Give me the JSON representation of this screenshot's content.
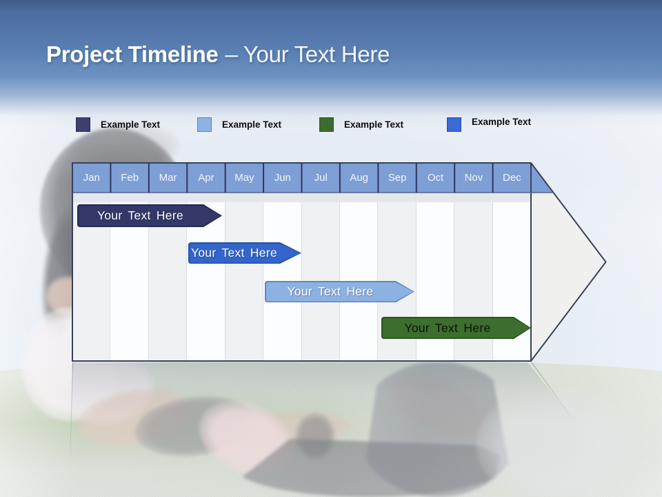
{
  "title": {
    "main": "Project Timeline",
    "suffix": "– Your Text Here"
  },
  "legend": {
    "items": [
      {
        "label": "Example Text",
        "color": "#3c3f70",
        "border_color": "#2b2e55"
      },
      {
        "label": "Example Text",
        "color": "#8fb2e2",
        "border_color": "#5e84bf"
      },
      {
        "label": "Example Text",
        "color": "#3c6c2d",
        "border_color": "#2f5423"
      },
      {
        "label": "Example Text",
        "color": "#3a6ad3",
        "border_color": "#2b4d9e"
      }
    ]
  },
  "timeline": {
    "months": [
      "Jan",
      "Feb",
      "Mar",
      "Apr",
      "May",
      "Jun",
      "Jul",
      "Aug",
      "Sep",
      "Oct",
      "Nov",
      "Dec"
    ],
    "header_color": "#7e9ed6",
    "bars": [
      {
        "label": "Your Text Here",
        "color": "#333868",
        "border_color": "#232750",
        "text_color": "#ffffff",
        "start": "Jan",
        "end": "Apr"
      },
      {
        "label": "Your Text Here",
        "color": "#3365ca",
        "border_color": "#27509f",
        "text_color": "#ffffff",
        "start": "Apr",
        "end": "Jun"
      },
      {
        "label": "Your Text Here",
        "color": "#8db1e1",
        "border_color": "#5f86c3",
        "text_color": "#ffffff",
        "start": "Jun",
        "end": "Sep"
      },
      {
        "label": "Your Text Here",
        "color": "#3c6e2d",
        "border_color": "#2a5120",
        "text_color": "#0d1208",
        "start": "Sep",
        "end": "Dec"
      }
    ]
  }
}
